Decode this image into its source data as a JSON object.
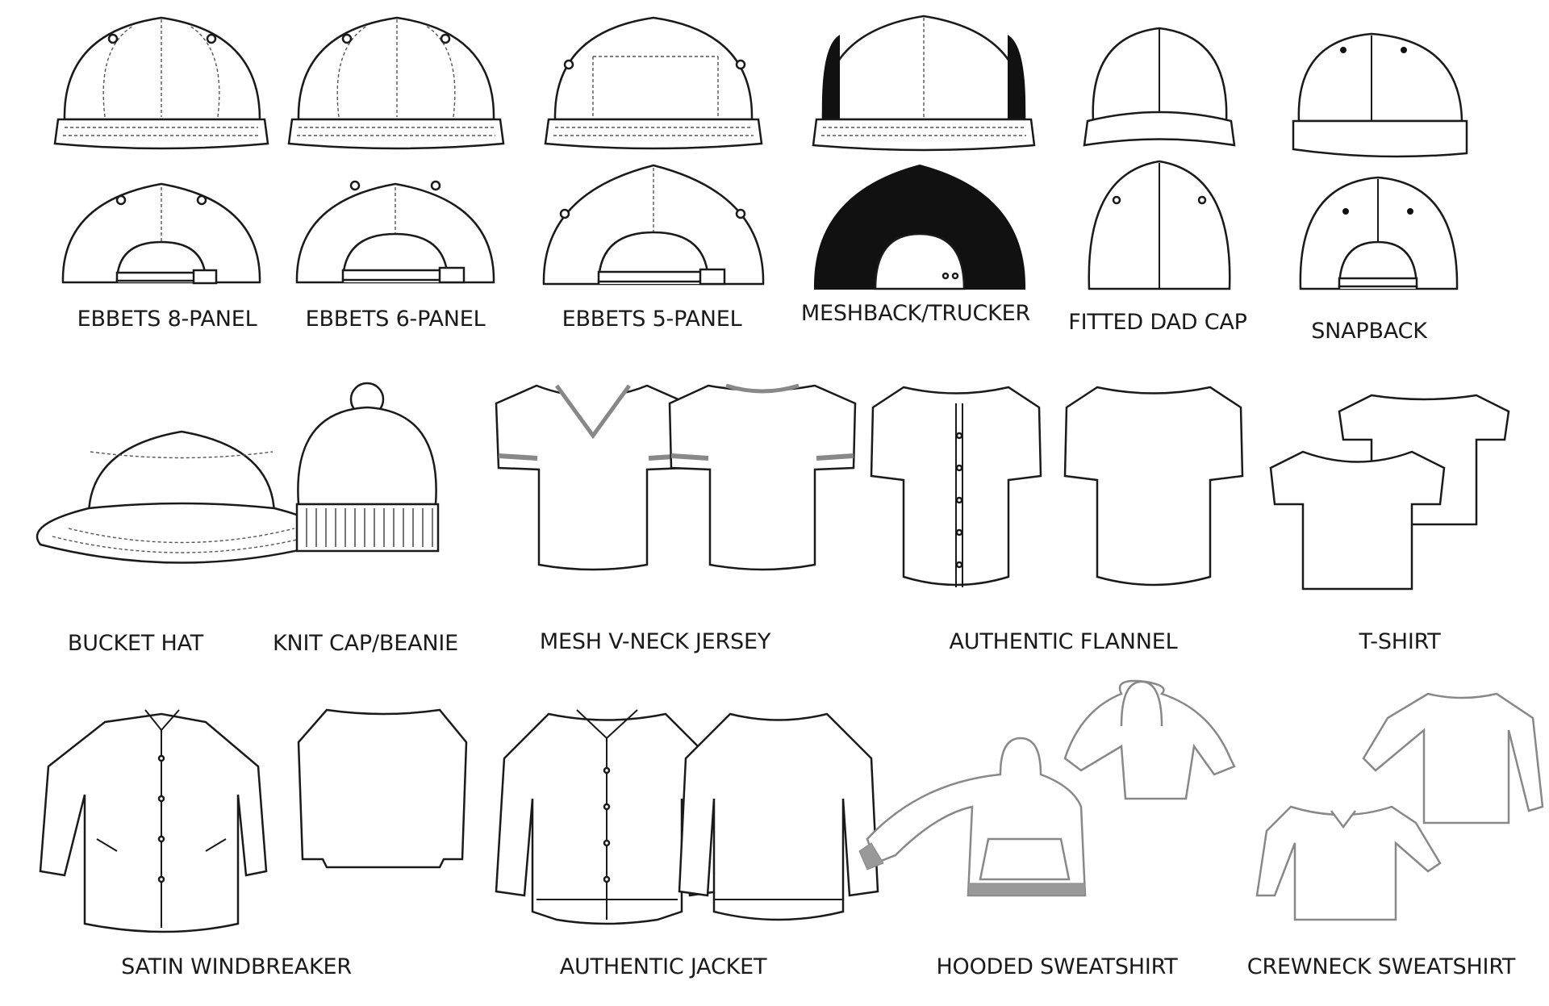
{
  "labels": {
    "ebbets_8_panel": "EBBETS 8-PANEL",
    "ebbets_6_panel": "EBBETS 6-PANEL",
    "ebbets_5_panel": "EBBETS 5-PANEL",
    "meshback_trucker": "MESHBACK/TRUCKER",
    "fitted_dad_cap": "FITTED DAD CAP",
    "snapback": "SNAPBACK",
    "bucket_hat": "BUCKET HAT",
    "knit_cap_beanie": "KNIT CAP/BEANIE",
    "mesh_v_neck_jersey": "MESH V-NECK JERSEY",
    "authentic_flannel": "AUTHENTIC FLANNEL",
    "t_shirt": "T-SHIRT",
    "satin_windbreaker": "SATIN WINDBREAKER",
    "authentic_jacket": "AUTHENTIC JACKET",
    "hooded_sweatshirt": "HOODED SWEATSHIRT",
    "crewneck_sweatshirt": "CREWNECK SWEATSHIRT"
  },
  "colors": {
    "line": "#1a1a1a",
    "grey_line": "#888888",
    "background": "#ffffff"
  }
}
